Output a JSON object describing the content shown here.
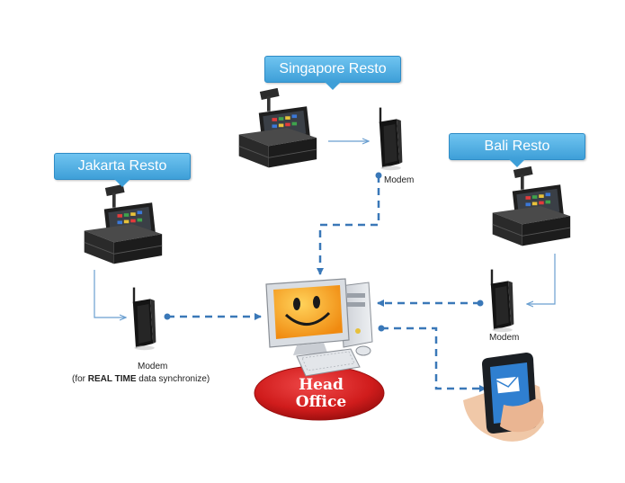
{
  "nodes": {
    "singapore": {
      "title": "Singapore Resto",
      "modem_label": "Modem"
    },
    "jakarta": {
      "title": "Jakarta Resto",
      "modem_label": "Modem",
      "note_prefix": "(for ",
      "note_bold": "REAL TIME",
      "note_suffix": " data synchronize)"
    },
    "bali": {
      "title": "Bali Resto",
      "modem_label": "Modem"
    },
    "head_office": {
      "line1": "Head",
      "line2": "Office"
    }
  },
  "colors": {
    "callout": "#3e9fd8",
    "dashed_link": "#3a78b8",
    "local_link": "#6a9fd0",
    "head_office_ellipse": "#d42020"
  }
}
